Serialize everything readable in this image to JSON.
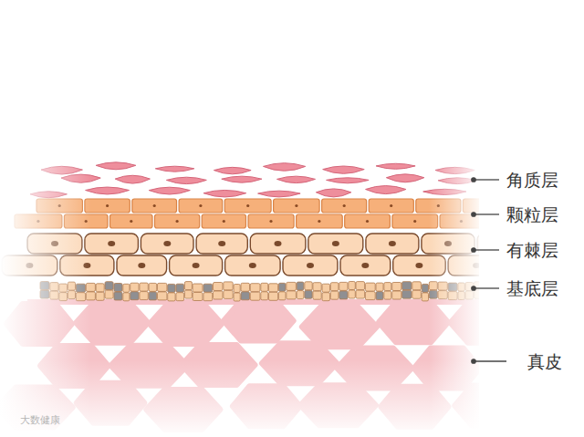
{
  "diagram": {
    "labels": [
      "角质层",
      "颗粒层",
      "有棘层",
      "基底层",
      "真皮",
      "大数健康"
    ]
  }
}
